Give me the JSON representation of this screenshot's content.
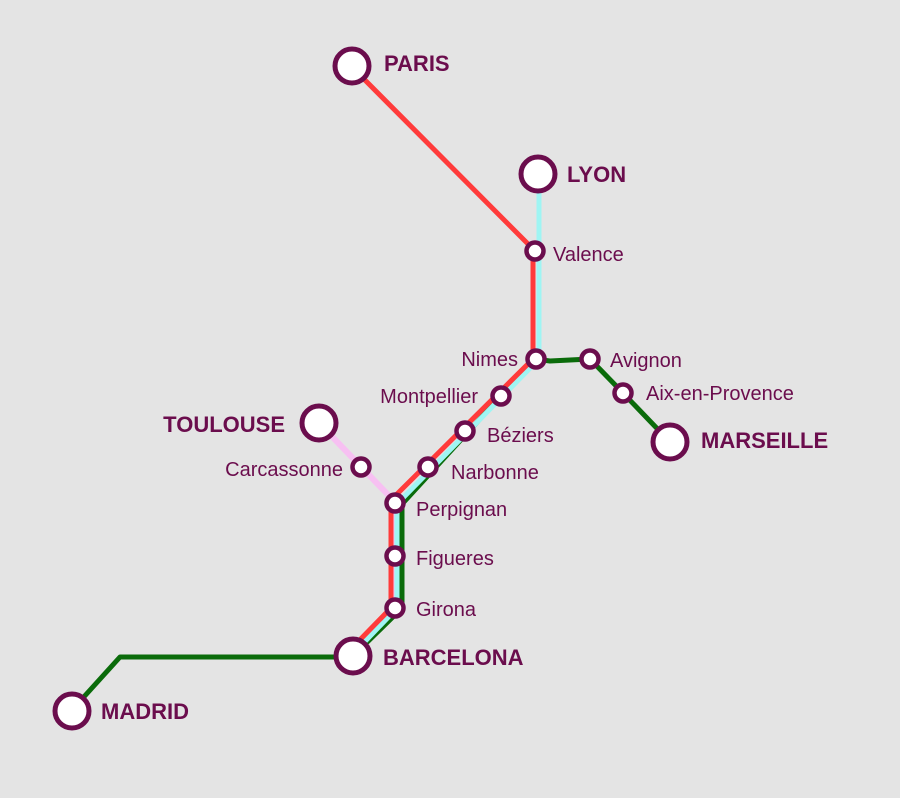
{
  "colors": {
    "background": "#e4e4e4",
    "station_outline": "#6b0d4d",
    "station_fill": "#ffffff",
    "label": "#6b0d4d"
  },
  "lines": [
    {
      "id": "red-line",
      "color": "#ff3b3b",
      "stations": [
        "Paris",
        "Valence",
        "Nimes",
        "Montpellier",
        "Béziers",
        "Narbonne",
        "Perpignan",
        "Figueres",
        "Girona",
        "Barcelona"
      ]
    },
    {
      "id": "cyan-line",
      "color": "#9ff5f3",
      "stations": [
        "Lyon",
        "Valence",
        "Nimes",
        "Montpellier",
        "Béziers",
        "Narbonne",
        "Perpignan",
        "Figueres",
        "Girona",
        "Barcelona"
      ]
    },
    {
      "id": "green-line",
      "color": "#0a6b0a",
      "stations": [
        "Marseille",
        "Aix-en-Provence",
        "Avignon",
        "Nimes",
        "Montpellier",
        "Béziers",
        "Narbonne",
        "Perpignan",
        "Figueres",
        "Girona",
        "Barcelona",
        "Madrid"
      ]
    },
    {
      "id": "pink-line",
      "color": "#f7c0f2",
      "stations": [
        "Toulouse",
        "Carcassonne",
        "Perpignan",
        "Figueres",
        "Girona",
        "Barcelona"
      ]
    }
  ],
  "stations": [
    {
      "id": "paris",
      "name": "PARIS",
      "major": true
    },
    {
      "id": "lyon",
      "name": "LYON",
      "major": true
    },
    {
      "id": "valence",
      "name": "Valence",
      "major": false
    },
    {
      "id": "nimes",
      "name": "Nimes",
      "major": false
    },
    {
      "id": "avignon",
      "name": "Avignon",
      "major": false
    },
    {
      "id": "aix",
      "name": "Aix-en-Provence",
      "major": false
    },
    {
      "id": "marseille",
      "name": "MARSEILLE",
      "major": true
    },
    {
      "id": "montpellier",
      "name": "Montpellier",
      "major": false
    },
    {
      "id": "beziers",
      "name": "Béziers",
      "major": false
    },
    {
      "id": "narbonne",
      "name": "Narbonne",
      "major": false
    },
    {
      "id": "toulouse",
      "name": "TOULOUSE",
      "major": true
    },
    {
      "id": "carcassonne",
      "name": "Carcassonne",
      "major": false
    },
    {
      "id": "perpignan",
      "name": "Perpignan",
      "major": false
    },
    {
      "id": "figueres",
      "name": "Figueres",
      "major": false
    },
    {
      "id": "girona",
      "name": "Girona",
      "major": false
    },
    {
      "id": "barcelona",
      "name": "BARCELONA",
      "major": true
    },
    {
      "id": "madrid",
      "name": "MADRID",
      "major": true
    }
  ]
}
